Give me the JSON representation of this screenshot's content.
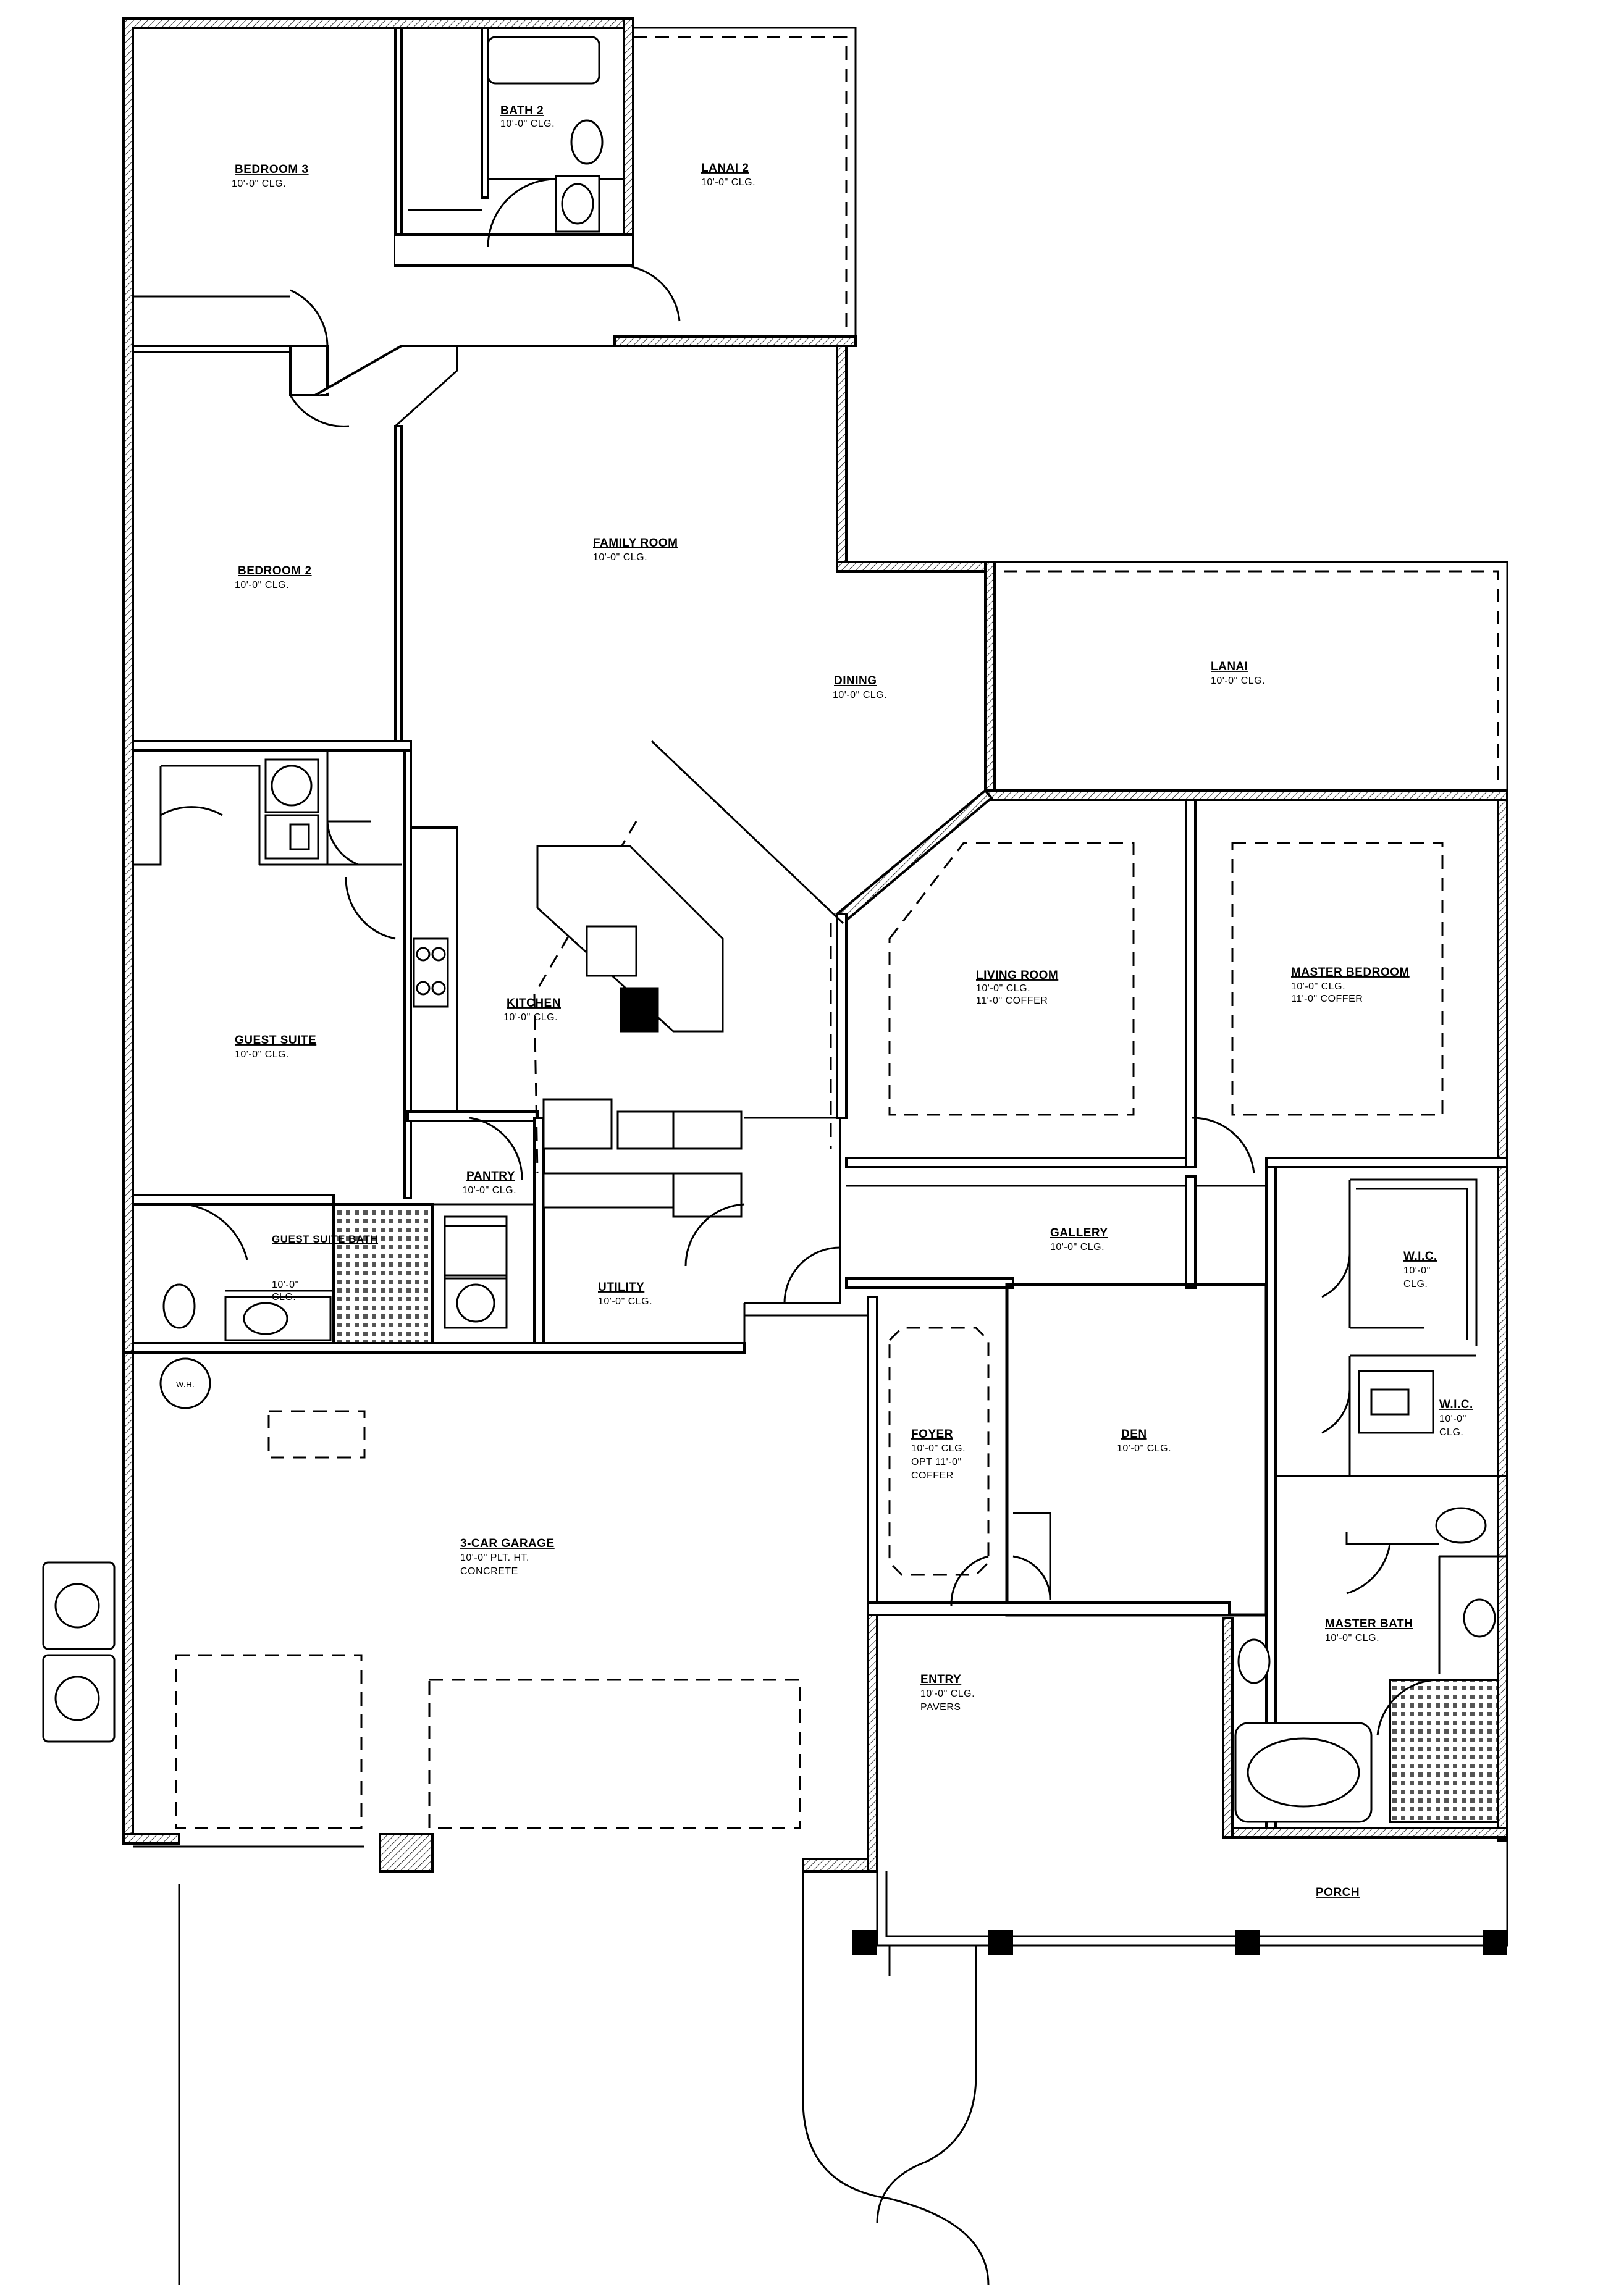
{
  "rooms": {
    "bedroom3": {
      "name": "BEDROOM 3",
      "lines": [
        "10'-0\" CLG."
      ]
    },
    "bath2": {
      "name": "BATH 2",
      "lines": [
        "10'-0\" CLG."
      ]
    },
    "lanai2": {
      "name": "LANAI 2",
      "lines": [
        "10'-0\" CLG."
      ]
    },
    "bedroom2": {
      "name": "BEDROOM 2",
      "lines": [
        "10'-0\" CLG."
      ]
    },
    "family": {
      "name": "FAMILY ROOM",
      "lines": [
        "10'-0\" CLG."
      ]
    },
    "dining": {
      "name": "DINING",
      "lines": [
        "10'-0\" CLG."
      ]
    },
    "lanai": {
      "name": "LANAI",
      "lines": [
        "10'-0\" CLG."
      ]
    },
    "kitchen": {
      "name": "KITCHEN",
      "lines": [
        "10'-0\" CLG."
      ]
    },
    "living": {
      "name": "LIVING ROOM",
      "lines": [
        "10'-0\" CLG.",
        "11'-0\" COFFER"
      ]
    },
    "master": {
      "name": "MASTER BEDROOM",
      "lines": [
        "10'-0\" CLG.",
        "11'-0\" COFFER"
      ]
    },
    "guest": {
      "name": "GUEST SUITE",
      "lines": [
        "10'-0\" CLG."
      ]
    },
    "pantry": {
      "name": "PANTRY",
      "lines": [
        "10'-0\" CLG."
      ]
    },
    "gallery": {
      "name": "GALLERY",
      "lines": [
        "10'-0\" CLG."
      ]
    },
    "guestbath": {
      "name": "GUEST SUITE BATH",
      "lines": [
        "10'-0\"",
        "CLG."
      ]
    },
    "utility": {
      "name": "UTILITY",
      "lines": [
        "10'-0\" CLG."
      ]
    },
    "wic1": {
      "name": "W.I.C.",
      "lines": [
        "10'-0\"",
        "CLG."
      ]
    },
    "wic2": {
      "name": "W.I.C.",
      "lines": [
        "10'-0\"",
        "CLG."
      ]
    },
    "foyer": {
      "name": "FOYER",
      "lines": [
        "10'-0\" CLG.",
        "OPT 11'-0\"",
        "COFFER"
      ]
    },
    "den": {
      "name": "DEN",
      "lines": [
        "10'-0\" CLG."
      ]
    },
    "garage": {
      "name": "3-CAR GARAGE",
      "lines": [
        "10'-0\" PLT. HT.",
        "CONCRETE"
      ]
    },
    "masterbath": {
      "name": "MASTER BATH",
      "lines": [
        "10'-0\" CLG."
      ]
    },
    "entry": {
      "name": "ENTRY",
      "lines": [
        "10'-0\" CLG.",
        "PAVERS"
      ]
    },
    "porch": {
      "name": "PORCH",
      "lines": []
    }
  },
  "fixtures": {
    "water_heater": "W.H."
  }
}
